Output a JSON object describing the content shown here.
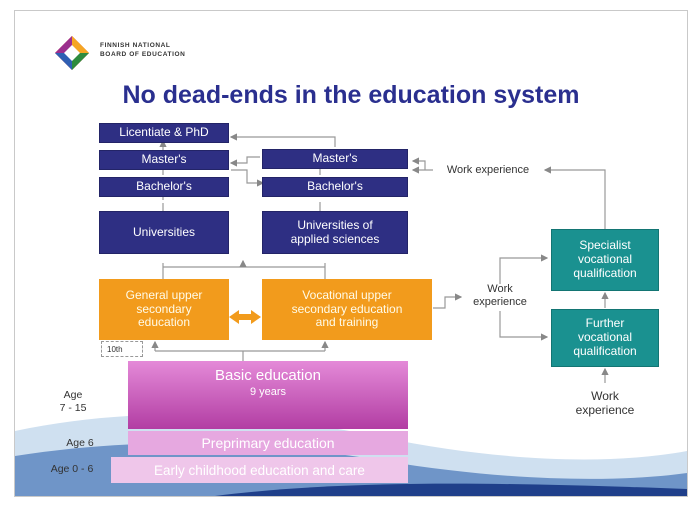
{
  "header": {
    "org_line1": "FINNISH NATIONAL",
    "org_line2": "BOARD OF EDUCATION",
    "title": "No dead-ends in the education system"
  },
  "degrees": {
    "licentiate_phd": "Licentiate & PhD",
    "masters_univ": "Master's",
    "bachelors_univ": "Bachelor's",
    "masters_uas": "Master's",
    "bachelors_uas": "Bachelor's"
  },
  "institutions": {
    "universities": "Universities",
    "uas_line1": "Universities of",
    "uas_line2": "applied sciences"
  },
  "secondary": {
    "general_line1": "General upper",
    "general_line2": "secondary",
    "general_line3": "education",
    "vocational_line1": "Vocational upper",
    "vocational_line2": "secondary education",
    "vocational_line3": "and training",
    "tenth": "10th"
  },
  "qualifications": {
    "specialist_line1": "Specialist",
    "specialist_line2": "vocational",
    "specialist_line3": "qualification",
    "further_line1": "Further",
    "further_line2": "vocational",
    "further_line3": "qualification"
  },
  "work_experience": {
    "top": "Work experience",
    "middle_line1": "Work",
    "middle_line2": "experience",
    "bottom_line1": "Work",
    "bottom_line2": "experience"
  },
  "basic": {
    "title": "Basic education",
    "duration": "9 years",
    "preprimary": "Preprimary education",
    "early": "Early childhood education and care"
  },
  "ages": {
    "basic_line1": "Age",
    "basic_line2": "7 - 15",
    "preprimary": "Age 6",
    "early": "Age 0 - 6"
  },
  "colors": {
    "degree_navy": "#2e2f83",
    "secondary_orange": "#f29b1c",
    "qualification_teal": "#1a9190",
    "title_blue": "#2a2f8f",
    "basic_magenta": "#b23da3"
  }
}
